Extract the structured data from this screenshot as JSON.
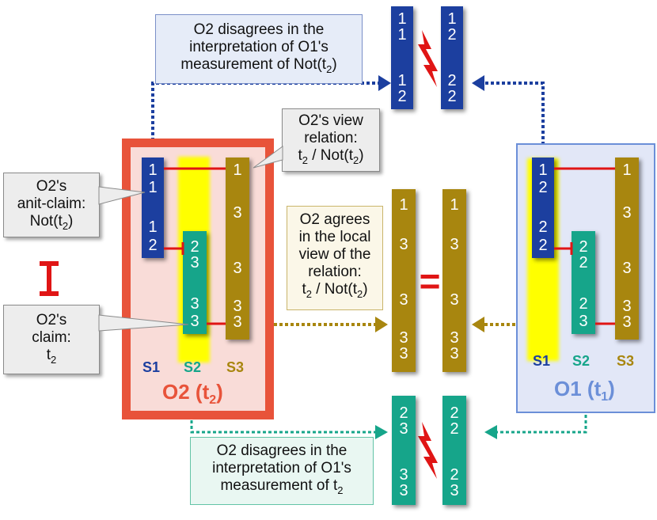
{
  "top_callout": {
    "line1": "O2 disagrees in the",
    "line2": "interpretation of O1's",
    "line3": "measurement of Not(t",
    "sub": "2",
    "close": ")"
  },
  "bottom_callout": {
    "line1": "O2 disagrees in the",
    "line2": "interpretation of O1's",
    "line3": "measurement of t",
    "sub": "2"
  },
  "view_relation_callout": {
    "line1": "O2's view",
    "line2": "relation:",
    "line3a": "t",
    "sub": "2",
    "line3b": " / Not(t",
    "sub2": "2",
    "close": ")"
  },
  "anti_claim_callout": {
    "line1": "O2's",
    "line2": "anit-claim:",
    "line3": "Not(t",
    "sub": "2",
    "close": ")"
  },
  "claim_callout": {
    "line1": "O2's",
    "line2": "claim:",
    "line3": "t",
    "sub": "2"
  },
  "agrees_callout": {
    "line1": "O2 agrees",
    "line2": "in the local",
    "line3": "view of the",
    "line4": "relation:",
    "line5a": "t",
    "sub": "2",
    "line5b": " / Not(t",
    "sub2": "2",
    "close": ")"
  },
  "o2_panel": {
    "title": "O2 (t",
    "sub": "2",
    "close": ")",
    "s1": "S1",
    "s2": "S2",
    "s3": "S3",
    "s1_digits": [
      "1",
      "1",
      "1",
      "2"
    ],
    "s2_digits": [
      "2",
      "3",
      "3",
      "3"
    ],
    "s3_digits": [
      "1",
      "3",
      "3",
      "3",
      "3"
    ]
  },
  "o1_panel": {
    "title": "O1 (t",
    "sub": "1",
    "close": ")",
    "s1": "S1",
    "s2": "S2",
    "s3": "S3",
    "s1_digits": [
      "1",
      "2",
      "2",
      "2"
    ],
    "s2_digits": [
      "2",
      "2",
      "2",
      "3"
    ],
    "s3_digits": [
      "1",
      "3",
      "3",
      "3",
      "3"
    ]
  },
  "top_bars": {
    "left": [
      "1",
      "1",
      "1",
      "2"
    ],
    "right": [
      "1",
      "2",
      "2",
      "2"
    ]
  },
  "middle_bars": {
    "left": [
      "1",
      "3",
      "3",
      "3",
      "3"
    ],
    "right": [
      "1",
      "3",
      "3",
      "3",
      "3"
    ],
    "equals": "="
  },
  "bottom_bars": {
    "left": [
      "2",
      "3",
      "3",
      "3"
    ],
    "right": [
      "2",
      "2",
      "2",
      "3"
    ]
  },
  "colors": {
    "s1": "#1c3f9f",
    "s2": "#16a58a",
    "s3": "#a8860f",
    "o2_frame": "#e8533a",
    "o1_frame": "#6b8fd8",
    "relation_red": "#e01515",
    "highlight": "#ffff00"
  }
}
